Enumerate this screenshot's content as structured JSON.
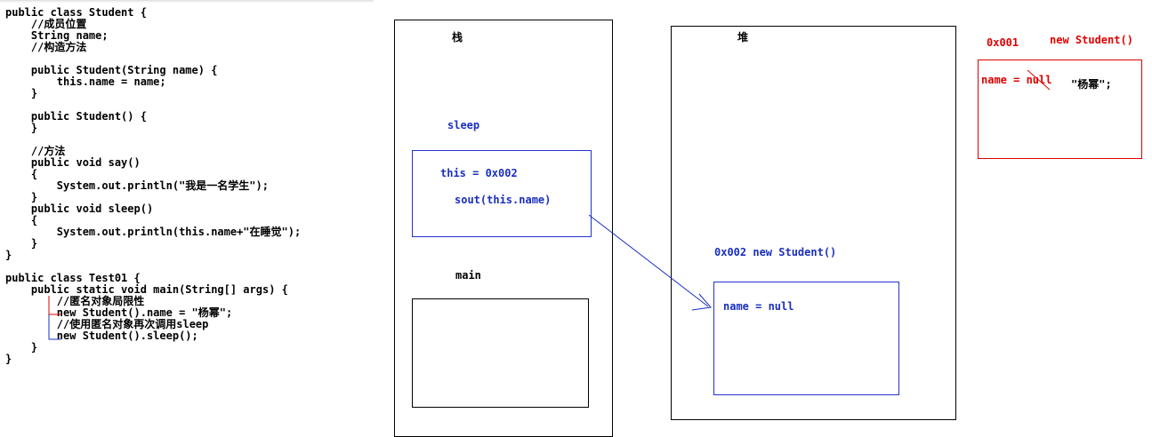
{
  "code_lines": [
    "public class Student {",
    "    //成员位置",
    "    String name;",
    "    //构造方法",
    "",
    "    public Student(String name) {",
    "        this.name = name;",
    "    }",
    "",
    "    public Student() {",
    "    }",
    "",
    "    //方法",
    "    public void say()",
    "    {",
    "        System.out.println(\"我是一名学生\");",
    "    }",
    "    public void sleep()",
    "    {",
    "        System.out.println(this.name+\"在睡觉\");",
    "    }",
    "}",
    "",
    "public class Test01 {",
    "    public static void main(String[] args) {",
    "        //匿名对象局限性",
    "        new Student().name = \"杨幂\";",
    "        //使用匿名对象再次调用sleep",
    "        new Student().sleep();",
    "    }",
    "}"
  ],
  "stack": {
    "title": "栈",
    "frames": {
      "sleep": {
        "label": "sleep",
        "this_line": "this = 0x002",
        "sout_line": "sout(this.name)"
      },
      "main": {
        "label": "main"
      }
    }
  },
  "heap": {
    "title": "堆",
    "object_header": "0x002 new Student()",
    "object_field": "name = null"
  },
  "first_object": {
    "address": "0x001",
    "constructor": "new Student()",
    "field": "name = null",
    "assigned_value": "\"杨幂\";"
  },
  "colors": {
    "blue": "#1a2fc0",
    "red": "#e00000",
    "black": "#000000"
  }
}
